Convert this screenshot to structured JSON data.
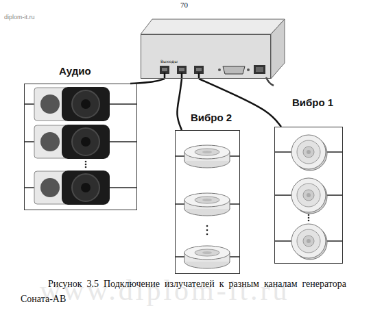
{
  "diagram": {
    "caption": "Рисунок 3.5 Подключение излучателей к разным каналам генератора Соната-АВ",
    "nodes": [
      {
        "text": [
          "Выходы"
        ]
      },
      {
        "text": [
          "Аудио"
        ]
      },
      {
        "text": [
          "Вибро 2"
        ]
      },
      {
        "text": [
          "Вибро 1"
        ]
      }
    ],
    "edges": [
      {
        "from": 0,
        "to": 1,
        "arrow": "none"
      },
      {
        "from": 0,
        "to": 2,
        "arrow": "none"
      },
      {
        "from": 0,
        "to": 3,
        "arrow": "none"
      }
    ],
    "labels": [
      "70",
      "diplom-it.ru",
      "www.diplom-it.ru"
    ]
  }
}
